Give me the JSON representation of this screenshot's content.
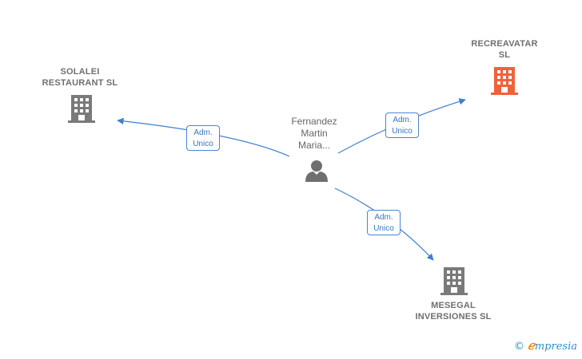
{
  "nodes": {
    "solalei": {
      "label": "SOLALEI\nRESTAURANT SL",
      "icon": "building-icon",
      "color": "#7a7a7a"
    },
    "recreavatar": {
      "label": "RECREAVATAR\nSL",
      "icon": "building-icon",
      "color": "#f0623a"
    },
    "mesegal": {
      "label": "MESEGAL\nINVERSIONES SL",
      "icon": "building-icon",
      "color": "#7a7a7a"
    },
    "person": {
      "label": "Fernandez\nMartin\nMaria...",
      "icon": "person-icon",
      "color": "#6f6f6f"
    }
  },
  "edges": [
    {
      "from": "person",
      "to": "solalei",
      "label": "Adm.\nUnico"
    },
    {
      "from": "person",
      "to": "recreavatar",
      "label": "Adm.\nUnico"
    },
    {
      "from": "person",
      "to": "mesegal",
      "label": "Adm.\nUnico"
    }
  ],
  "colors": {
    "edge": "#3f7fcf"
  },
  "brand": {
    "copyright_symbol": "©",
    "initial": "ℯ",
    "name": "mpresia"
  }
}
